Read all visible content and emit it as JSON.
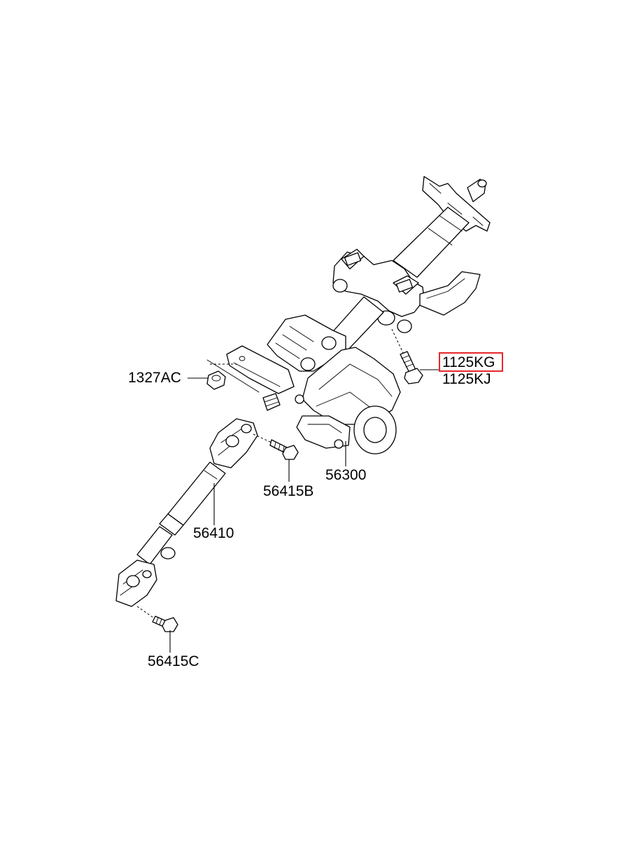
{
  "diagram": {
    "parts": [
      {
        "id": "1125KG",
        "label": "1125KG",
        "highlighted": true
      },
      {
        "id": "1125KJ",
        "label": "1125KJ",
        "highlighted": false
      },
      {
        "id": "1327AC",
        "label": "1327AC",
        "highlighted": false
      },
      {
        "id": "56300",
        "label": "56300",
        "highlighted": false
      },
      {
        "id": "56415B",
        "label": "56415B",
        "highlighted": false
      },
      {
        "id": "56410",
        "label": "56410",
        "highlighted": false
      },
      {
        "id": "56415C",
        "label": "56415C",
        "highlighted": false
      }
    ],
    "highlight_color": "#e8262b",
    "line_color": "#000000",
    "background": "#ffffff"
  }
}
